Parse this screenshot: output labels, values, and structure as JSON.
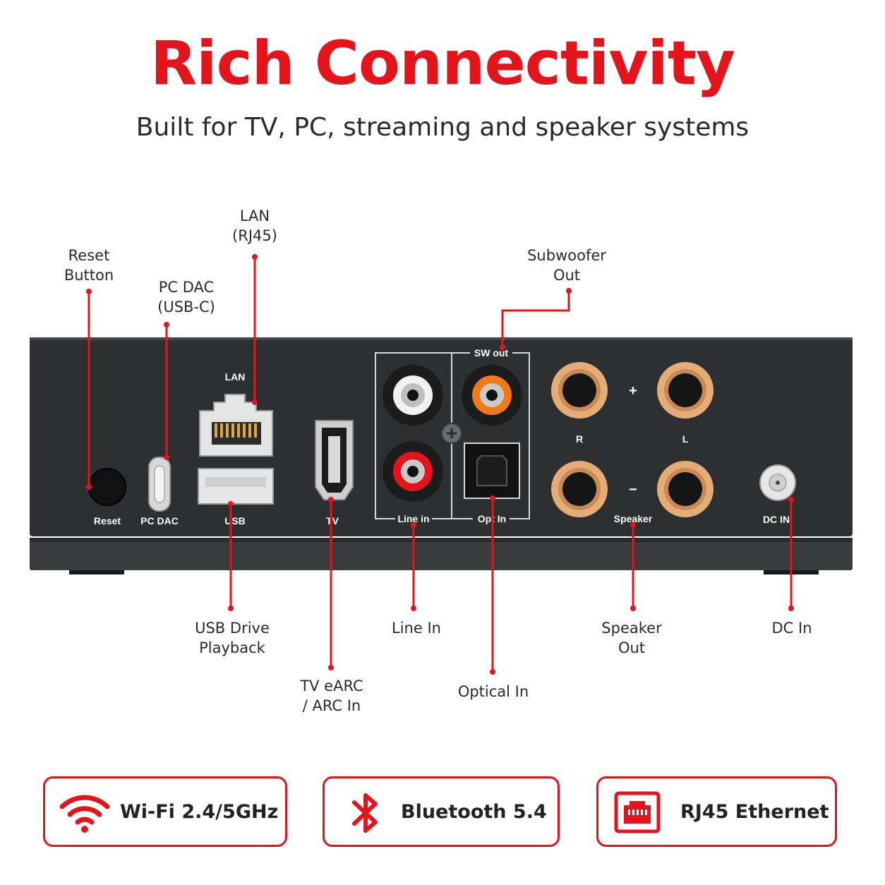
{
  "title": "Rich Connectivity",
  "subtitle": "Built for TV, PC, streaming and speaker systems",
  "callouts": {
    "reset": [
      "Reset",
      "Button"
    ],
    "pc_dac": [
      "PC DAC",
      "(USB-C)"
    ],
    "lan": [
      "LAN",
      "(RJ45)"
    ],
    "subwoofer": [
      "Subwoofer",
      "Out"
    ],
    "usb": [
      "USB Drive",
      "Playback"
    ],
    "tv": [
      "TV eARC",
      "/ ARC In"
    ],
    "line_in": [
      "Line In"
    ],
    "optical": [
      "Optical In"
    ],
    "speaker": [
      "Speaker",
      "Out"
    ],
    "dc_in": [
      "DC In"
    ]
  },
  "panel_labels": {
    "reset": "Reset",
    "pc_dac": "PC DAC",
    "lan": "LAN",
    "usb": "USB",
    "tv": "TV",
    "sw_out": "SW out",
    "line_in": "Line in",
    "opt_in": "Opt In",
    "plus": "+",
    "minus": "−",
    "right": "R",
    "left": "L",
    "speaker": "Speaker",
    "dc_in": "DC IN"
  },
  "features": [
    {
      "label": "Wi-Fi 2.4/5GHz",
      "icon": "wifi-icon"
    },
    {
      "label": "Bluetooth 5.4",
      "icon": "bluetooth-icon"
    },
    {
      "label": "RJ45 Ethernet",
      "icon": "ethernet-icon"
    }
  ],
  "colors": {
    "accent": "#e3141b",
    "panel": "#2e2f31",
    "binding_post": "#d9a06c",
    "rca_white": "#f2f2f2",
    "rca_red": "#e3141b",
    "rca_orange": "#f07a1a"
  }
}
